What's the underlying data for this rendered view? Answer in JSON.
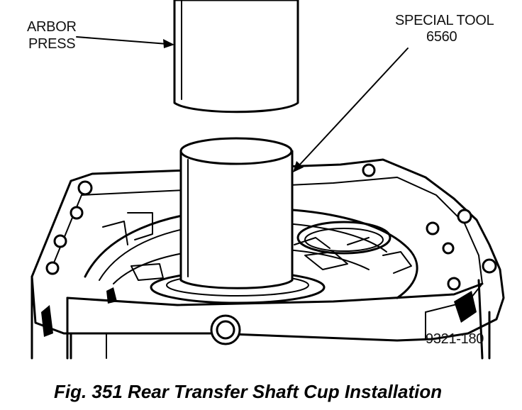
{
  "callouts": {
    "arbor_press_line1": "ARBOR",
    "arbor_press_line2": "PRESS",
    "special_tool_line1": "SPECIAL TOOL",
    "special_tool_line2": "6560",
    "figure_code": "9321-180"
  },
  "caption": "Fig. 351 Rear Transfer Shaft Cup Installation"
}
